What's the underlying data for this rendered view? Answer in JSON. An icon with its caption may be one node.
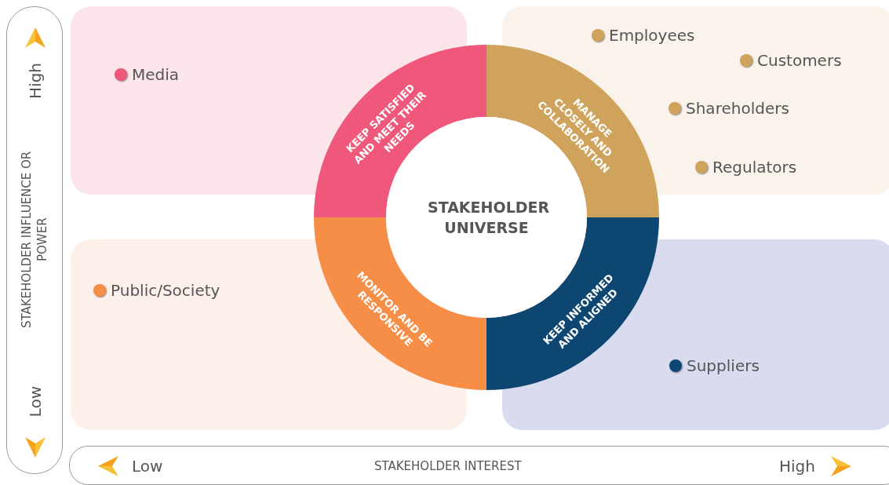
{
  "diagram": {
    "nodes": [
      {
        "text": [],
        "shape": "box"
      },
      {
        "text": [
          "Media"
        ],
        "in": 0
      },
      {
        "text": [
          "KEEP SATISFIED AND MEET THEIR NEEDS"
        ]
      },
      {
        "text": [],
        "shape": "box"
      },
      {
        "text": [
          "Employees"
        ],
        "in": 3
      },
      {
        "text": [
          "Customers"
        ],
        "in": 3
      },
      {
        "text": [
          "Shareholders"
        ],
        "in": 3
      },
      {
        "text": [
          "Regulators"
        ],
        "in": 3
      },
      {
        "text": [
          "MANAGE CLOSELY AND COLLABORATION"
        ]
      },
      {
        "text": [
          "STAKEHOLDER UNIVERSE"
        ]
      },
      {
        "text": [],
        "shape": "box"
      },
      {
        "text": [
          "Public/Society"
        ],
        "in": 10
      },
      {
        "text": [
          "MONITOR AND BE RESPONSIVE"
        ]
      },
      {
        "text": [],
        "shape": "box"
      },
      {
        "text": [
          "Suppliers"
        ],
        "in": 13
      },
      {
        "text": [
          "KEEP INFORMED AND ALIGNED"
        ]
      }
    ],
    "edges": [],
    "labels": [
      "High",
      "STAKEHOLDER INFLUENCE OR POWER",
      "Low",
      "Low",
      "STAKEHOLDER INTEREST",
      "High"
    ]
  }
}
